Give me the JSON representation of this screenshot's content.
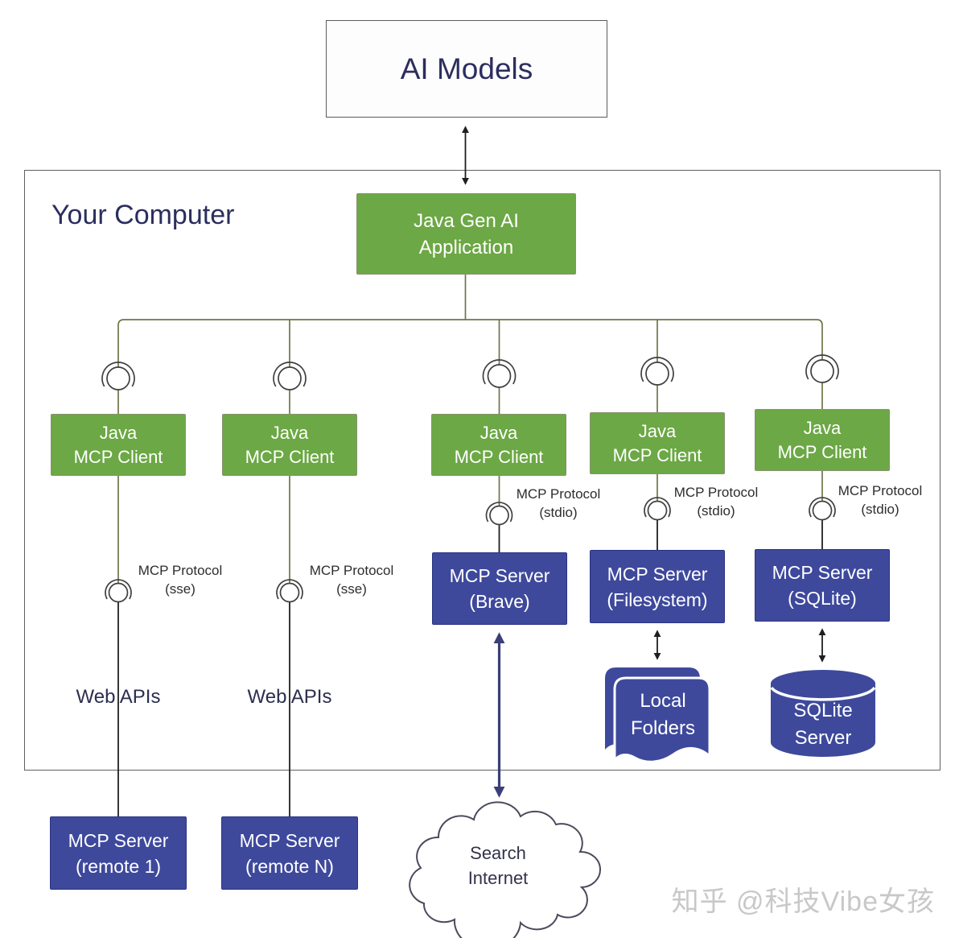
{
  "colors": {
    "green": "#6CA845",
    "indigo": "#3E499C",
    "navy_text": "#2B2E5E",
    "olive_line": "#70744A",
    "dark_line": "#1F1F1F",
    "navy_arrow": "#3A3F77",
    "outline_gray": "#5C5C5C",
    "watermark_gray": "#C8C8C8"
  },
  "ai_models": {
    "label": "AI Models"
  },
  "your_computer": {
    "label": "Your Computer"
  },
  "app": {
    "line1": "Java Gen AI",
    "line2": "Application"
  },
  "clients": [
    {
      "line1": "Java",
      "line2": "MCP Client"
    },
    {
      "line1": "Java",
      "line2": "MCP Client"
    },
    {
      "line1": "Java",
      "line2": "MCP Client"
    },
    {
      "line1": "Java",
      "line2": "MCP Client"
    },
    {
      "line1": "Java",
      "line2": "MCP Client"
    }
  ],
  "protocols": [
    {
      "line1": "MCP Protocol",
      "line2": "(sse)"
    },
    {
      "line1": "MCP Protocol",
      "line2": "(sse)"
    },
    {
      "line1": "MCP Protocol",
      "line2": "(stdio)"
    },
    {
      "line1": "MCP Protocol",
      "line2": "(stdio)"
    },
    {
      "line1": "MCP Protocol",
      "line2": "(stdio)"
    }
  ],
  "web_apis": [
    {
      "label": "Web APIs"
    },
    {
      "label": "Web APIs"
    }
  ],
  "servers": [
    {
      "line1": "MCP Server",
      "line2": "(Brave)"
    },
    {
      "line1": "MCP Server",
      "line2": "(Filesystem)"
    },
    {
      "line1": "MCP Server",
      "line2": "(SQLite)"
    }
  ],
  "remotes": [
    {
      "line1": "MCP Server",
      "line2": "(remote 1)"
    },
    {
      "line1": "MCP Server",
      "line2": "(remote N)"
    }
  ],
  "local_folders": {
    "line1": "Local",
    "line2": "Folders"
  },
  "sqlite_server": {
    "line1": "SQLite",
    "line2": "Server"
  },
  "cloud": {
    "line1": "Search",
    "line2": "Internet"
  },
  "watermark": {
    "text": "知乎 @科技Vibe女孩"
  }
}
